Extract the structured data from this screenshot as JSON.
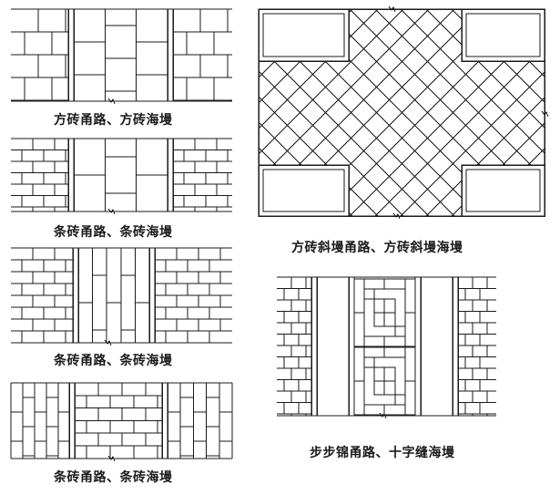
{
  "captions": {
    "panel_1": "方砖甬路、方砖海墁",
    "panel_2": "条砖甬路、条砖海墁",
    "panel_3": "条砖甬路、条砖海墁",
    "panel_4": "条砖甬路、条砖海墁",
    "panel_5": "方砖斜墁甬路、方砖斜墁海墁",
    "panel_6": "步步锦甬路、十字缝海墁"
  },
  "colors": {
    "line": "#1a1a1a",
    "background": "#ffffff"
  }
}
